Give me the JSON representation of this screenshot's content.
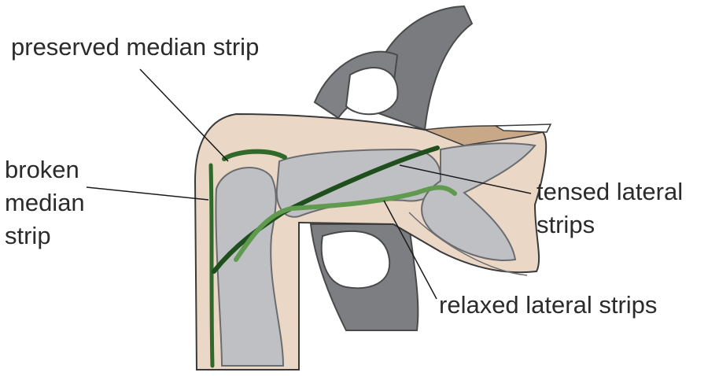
{
  "labels": {
    "preserved_median_strip": "preserved median strip",
    "broken_median_strip": [
      "broken",
      "median",
      "strip"
    ],
    "tensed_lateral_strips": [
      "tensed lateral",
      "strips"
    ],
    "relaxed_lateral_strips": "relaxed lateral strips"
  },
  "colors": {
    "skin": "#ead7c6",
    "skin_dark": "#c9a888",
    "bone": "#bfc0c3",
    "bone_dark": "#8f9093",
    "tendon": "#2f6a2a",
    "tendon_light": "#5f9a4f",
    "leader": "#1a1a1a"
  }
}
